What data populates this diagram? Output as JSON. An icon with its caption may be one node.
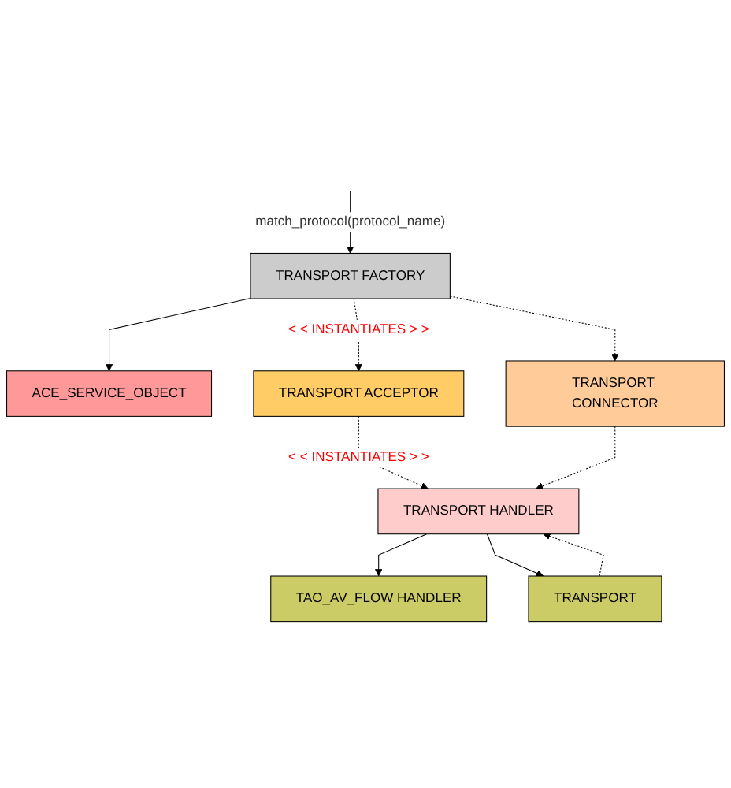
{
  "diagram": {
    "nodes": [
      {
        "text": [
          "ACE_SERVICE_OBJECT"
        ]
      },
      {
        "text": [
          "TRANSPORT FACTORY"
        ]
      },
      {
        "text": [
          "TRANSPORT ACCEPTOR"
        ]
      },
      {
        "text": [
          "TRANSPORT CONNECTOR"
        ]
      },
      {
        "text": [
          "TAO_AV_FLOW HANDLER"
        ]
      },
      {
        "text": [
          "TRANSPORT HANDLER"
        ]
      },
      {
        "text": [
          "TRANSPORT"
        ]
      }
    ],
    "edges": [
      {
        "from": 1,
        "to": 0,
        "arrow": "to"
      },
      {
        "from": null,
        "to": 1,
        "arrow": "to",
        "label": "match_protocol(protocol_name)"
      },
      {
        "from": 1,
        "to": 2,
        "arrow": "to",
        "style": "dashed",
        "label": "< < INSTANTIATES > >"
      },
      {
        "from": 1,
        "to": 3,
        "arrow": "to",
        "style": "dashed"
      },
      {
        "from": 2,
        "to": 5,
        "arrow": "to",
        "style": "dashed",
        "label": "< < INSTANTIATES > >"
      },
      {
        "from": 3,
        "to": 5,
        "arrow": "to",
        "style": "dashed"
      },
      {
        "from": 5,
        "to": 4,
        "arrow": "to"
      },
      {
        "from": 5,
        "to": 6,
        "arrow": "to"
      },
      {
        "from": 6,
        "to": 5,
        "arrow": "to",
        "style": "dashed"
      }
    ]
  }
}
